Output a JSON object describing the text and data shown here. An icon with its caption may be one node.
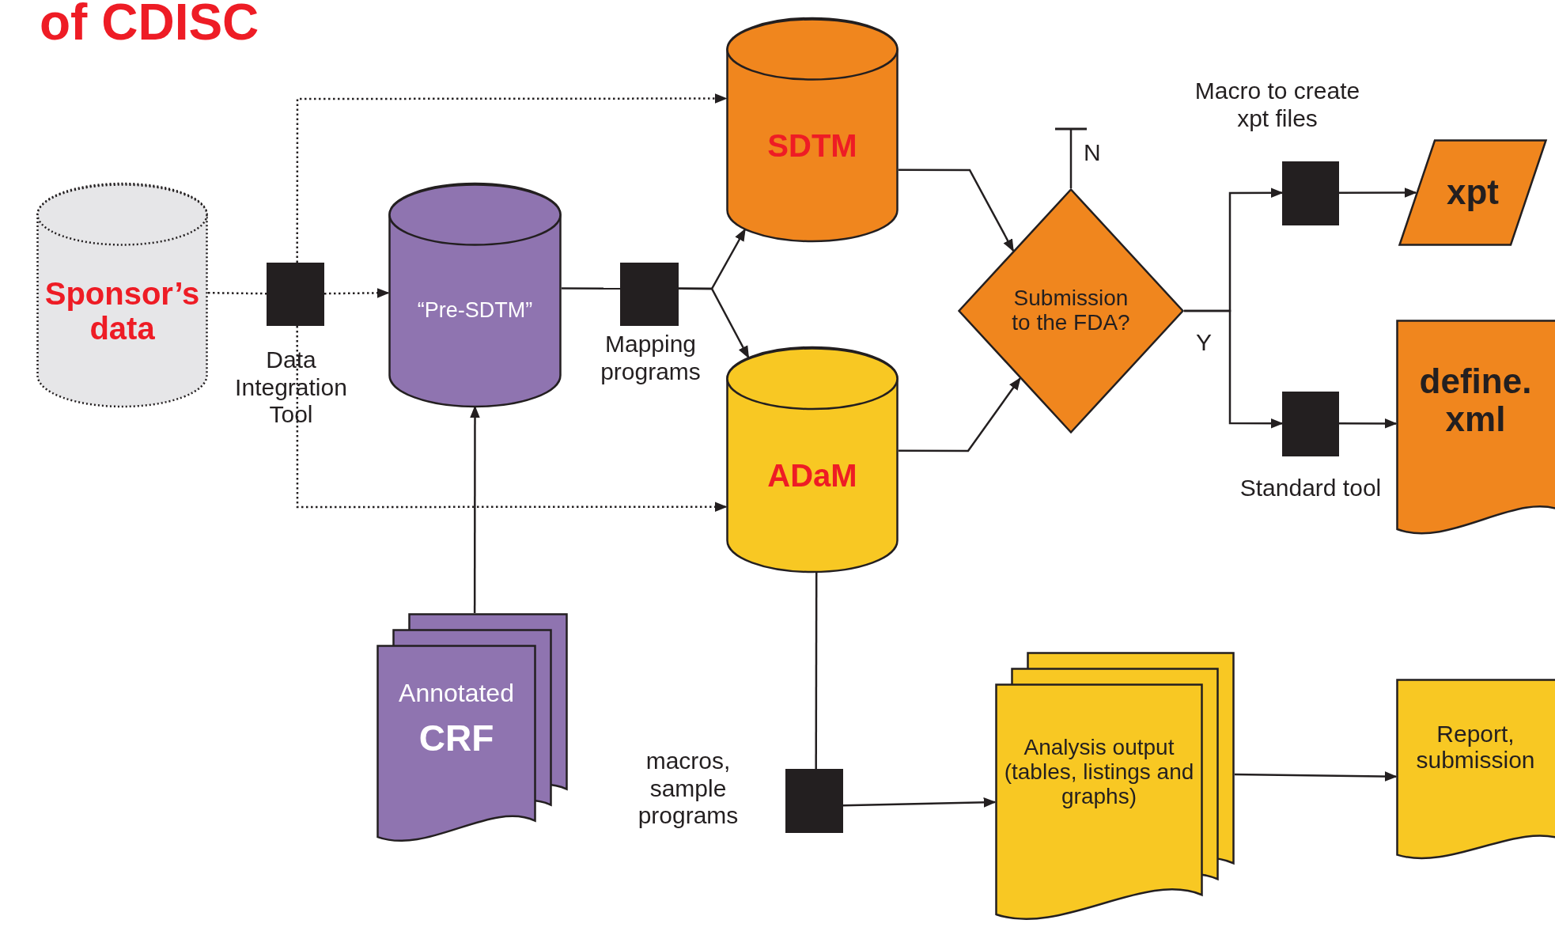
{
  "diagram": {
    "title": "of CDISC",
    "nodes": [
      {
        "text": [
          "Sponsor’s data"
        ]
      },
      {
        "text": [],
        "shape": "box",
        "beside": [
          "Data Integration Tool"
        ]
      },
      {
        "text": [
          "“Pre-SDTM”"
        ]
      },
      {
        "text": [],
        "shape": "box",
        "beside": [
          "Mapping programs"
        ]
      },
      {
        "text": [
          "SDTM"
        ]
      },
      {
        "text": [
          "ADaM"
        ]
      },
      {
        "text": [
          "Submission to the FDA?"
        ]
      },
      {
        "text": [],
        "shape": "box",
        "beside": [
          "Macro to create xpt files"
        ]
      },
      {
        "text": [
          "xpt"
        ]
      },
      {
        "text": [],
        "shape": "box",
        "beside": [
          "Standard tool"
        ]
      },
      {
        "text": [
          "define. xml"
        ]
      },
      {
        "text": [
          "Annotated",
          "CRF"
        ]
      },
      {
        "text": [],
        "shape": "box",
        "beside": [
          "macros, sample programs"
        ]
      },
      {
        "text": [
          "Analysis output (tables, listings and graphs)"
        ]
      },
      {
        "text": [
          "Report, submission"
        ]
      }
    ],
    "edges": [
      {
        "from": 0,
        "to": 1,
        "arrow": "none",
        "style": "dashed"
      },
      {
        "from": 1,
        "to": 2,
        "arrow": "to",
        "style": "dashed"
      },
      {
        "from": 1,
        "to": 4,
        "arrow": "to",
        "style": "dashed"
      },
      {
        "from": 1,
        "to": 5,
        "arrow": "to",
        "style": "dashed"
      },
      {
        "from": 2,
        "to": 3,
        "arrow": "none"
      },
      {
        "from": 3,
        "to": 4,
        "arrow": "to"
      },
      {
        "from": 3,
        "to": 5,
        "arrow": "to"
      },
      {
        "from": 4,
        "to": 6,
        "arrow": "to"
      },
      {
        "from": 5,
        "to": 6,
        "arrow": "to"
      },
      {
        "from": 6,
        "to": null,
        "arrow": "other",
        "label": "N"
      },
      {
        "from": 6,
        "to": 7,
        "arrow": "to",
        "label": "Y"
      },
      {
        "from": 6,
        "to": 9,
        "arrow": "to"
      },
      {
        "from": 7,
        "to": 8,
        "arrow": "to"
      },
      {
        "from": 9,
        "to": 10,
        "arrow": "to"
      },
      {
        "from": 11,
        "to": 2,
        "arrow": "to"
      },
      {
        "from": 5,
        "to": 12,
        "arrow": "none"
      },
      {
        "from": 12,
        "to": 13,
        "arrow": "to"
      },
      {
        "from": 13,
        "to": 14,
        "arrow": "to"
      }
    ]
  }
}
